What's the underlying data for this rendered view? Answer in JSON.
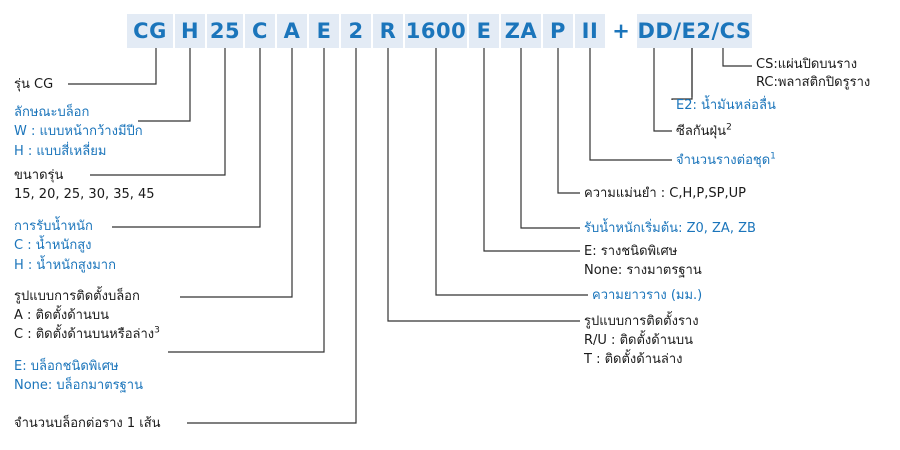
{
  "colors": {
    "accent": "#1b75bb",
    "box_bg": "#e3ebf5",
    "text": "#1a1a1a",
    "line": "#333333"
  },
  "code": {
    "boxes": [
      {
        "id": "cg",
        "text": "CG"
      },
      {
        "id": "h",
        "text": "H"
      },
      {
        "id": "n25",
        "text": "25"
      },
      {
        "id": "c",
        "text": "C"
      },
      {
        "id": "a",
        "text": "A"
      },
      {
        "id": "e",
        "text": "E"
      },
      {
        "id": "n2",
        "text": "2"
      },
      {
        "id": "r",
        "text": "R"
      },
      {
        "id": "n1600",
        "text": "1600"
      },
      {
        "id": "e2",
        "text": "E"
      },
      {
        "id": "za",
        "text": "ZA"
      },
      {
        "id": "p",
        "text": "P"
      },
      {
        "id": "ii",
        "text": "II"
      },
      {
        "id": "plus",
        "text": "+"
      },
      {
        "id": "ddcs",
        "text": "DD/E2/CS"
      }
    ]
  },
  "left": {
    "series": "รุ่น CG",
    "block_type": {
      "title": "ลักษณะบล็อก",
      "w": "W : แบบหน้ากว้างมีปีก",
      "h": "H : แบบสี่เหลี่ยม"
    },
    "size": {
      "title": "ขนาดรุ่น",
      "values": "15, 20, 25, 30, 35, 45"
    },
    "load": {
      "title": "การรับน้ำหนัก",
      "c": "C : น้ำหนักสูง",
      "h": "H : น้ำหนักสูงมาก"
    },
    "mount": {
      "title": "รูปแบบการติดตั้งบล็อก",
      "a": "A : ติดตั้งด้านบน",
      "c": "C : ติดตั้งด้านบนหรือล่าง",
      "c_sup": "3"
    },
    "special": {
      "e": "E: บล็อกชนิดพิเศษ",
      "none": "None: บล็อกมาตรฐาน"
    },
    "count": "จำนวนบล็อกต่อราง 1 เส้น"
  },
  "right": {
    "cover": {
      "cs": "CS:แผ่นปิดบนราง",
      "rc": "RC:พลาสติกปิดรูราง"
    },
    "e2": "E2: น้ำมันหล่อลื่น",
    "dust": "ซีลกันฝุ่น",
    "dust_sup": "2",
    "rails": "จำนวนรางต่อชุด",
    "rails_sup": "1",
    "accuracy": "ความแม่นยำ : C,H,P,SP,UP",
    "preload": "รับน้ำหนักเริ่มต้น: Z0, ZA, ZB",
    "rail_type": {
      "e": "E: รางชนิดพิเศษ",
      "none": "None: รางมาตรฐาน"
    },
    "length": "ความยาวราง (มม.)",
    "rail_mount": {
      "title": "รูปแบบการติดตั้งราง",
      "ru": "R/U : ติดตั้งด้านบน",
      "t": "T : ติดตั้งด้านล่าง"
    }
  }
}
